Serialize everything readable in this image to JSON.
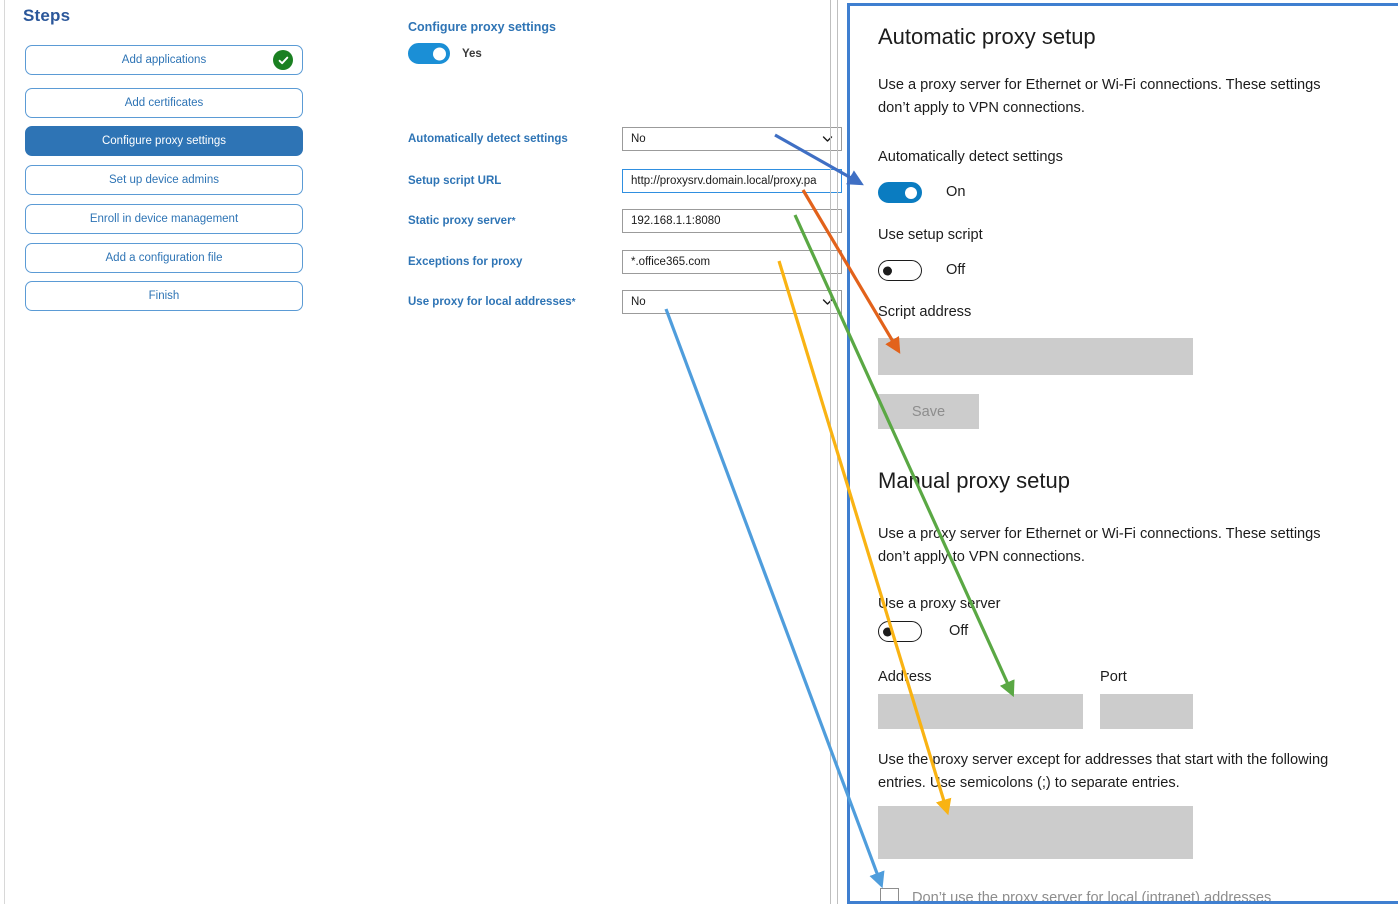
{
  "steps_panel": {
    "title": "Steps",
    "items": [
      {
        "label": "Add applications",
        "state": "completed",
        "badge_icon": "check-circle-icon"
      },
      {
        "label": "Add certificates",
        "state": "default"
      },
      {
        "label": "Configure proxy settings",
        "state": "active"
      },
      {
        "label": "Set up device admins",
        "state": "default"
      },
      {
        "label": "Enroll in device management",
        "state": "default"
      },
      {
        "label": "Add a configuration file",
        "state": "default"
      },
      {
        "label": "Finish",
        "state": "default"
      }
    ]
  },
  "form": {
    "title": "Configure proxy settings",
    "master_toggle": {
      "state": "on",
      "label": "Yes"
    },
    "fields": [
      {
        "label": "Automatically detect settings",
        "required": false,
        "control": "select",
        "value": "No",
        "icon": "chevron-down-icon",
        "focused": false
      },
      {
        "label": "Setup script URL",
        "required": false,
        "control": "text",
        "value": "http://proxysrv.domain.local/proxy.pa",
        "focused": true
      },
      {
        "label": "Static proxy server",
        "required": true,
        "control": "text",
        "value": "192.168.1.1:8080",
        "focused": false
      },
      {
        "label": "Exceptions for proxy",
        "required": true,
        "control": "text",
        "value": "*.office365.com",
        "focused": false
      },
      {
        "label": "Use proxy for local addresses",
        "required": true,
        "control": "select",
        "value": "No",
        "icon": "chevron-down-icon",
        "focused": false
      }
    ]
  },
  "settings_panel": {
    "automatic": {
      "heading": "Automatic proxy setup",
      "description": "Use a proxy server for Ethernet or Wi-Fi connections. These settings don’t apply to VPN connections.",
      "auto_detect_label": "Automatically detect settings",
      "auto_detect_state": "On",
      "setup_script_label": "Use setup script",
      "setup_script_state": "Off",
      "script_address_label": "Script address",
      "script_address_value": "",
      "save_label": "Save"
    },
    "manual": {
      "heading": "Manual proxy setup",
      "description": "Use a proxy server for Ethernet or Wi-Fi connections. These settings don’t apply to VPN connections.",
      "use_proxy_label": "Use a proxy server",
      "use_proxy_state": "Off",
      "address_label": "Address",
      "address_value": "",
      "port_label": "Port",
      "port_value": "",
      "exceptions_description": "Use the proxy server except for addresses that start with the following entries. Use semicolons (;) to separate entries.",
      "exceptions_value": "",
      "bypass_local_label": "Don’t use the proxy server for local (intranet) addresses",
      "bypass_local_checked": false
    }
  },
  "annotations": {
    "arrows": [
      {
        "name": "arrow-auto-detect",
        "color": "#3f6fc4",
        "from_field": "Automatically detect settings",
        "to_target": "Automatically detect settings toggle"
      },
      {
        "name": "arrow-setup-script",
        "color": "#e2621b",
        "from_field": "Setup script URL",
        "to_target": "Script address box"
      },
      {
        "name": "arrow-static-proxy",
        "color": "#5aa844",
        "from_field": "Static proxy server",
        "to_target": "Address box"
      },
      {
        "name": "arrow-exceptions",
        "color": "#f9b313",
        "from_field": "Exceptions for proxy",
        "to_target": "Exceptions box"
      },
      {
        "name": "arrow-local-addresses",
        "color": "#4f9ddc",
        "from_field": "Use proxy for local addresses",
        "to_target": "Don’t use the proxy server for local (intranet) addresses checkbox"
      }
    ]
  },
  "colors": {
    "accent_blue": "#2e74b5",
    "step_border": "#5b9bd5",
    "toggle_on": "#1b8fd6",
    "settings_toggle_on": "#0a7cc1",
    "success_green": "#1a8021",
    "panel_border": "#3f7fd0",
    "field_fill": "#cccccc"
  }
}
